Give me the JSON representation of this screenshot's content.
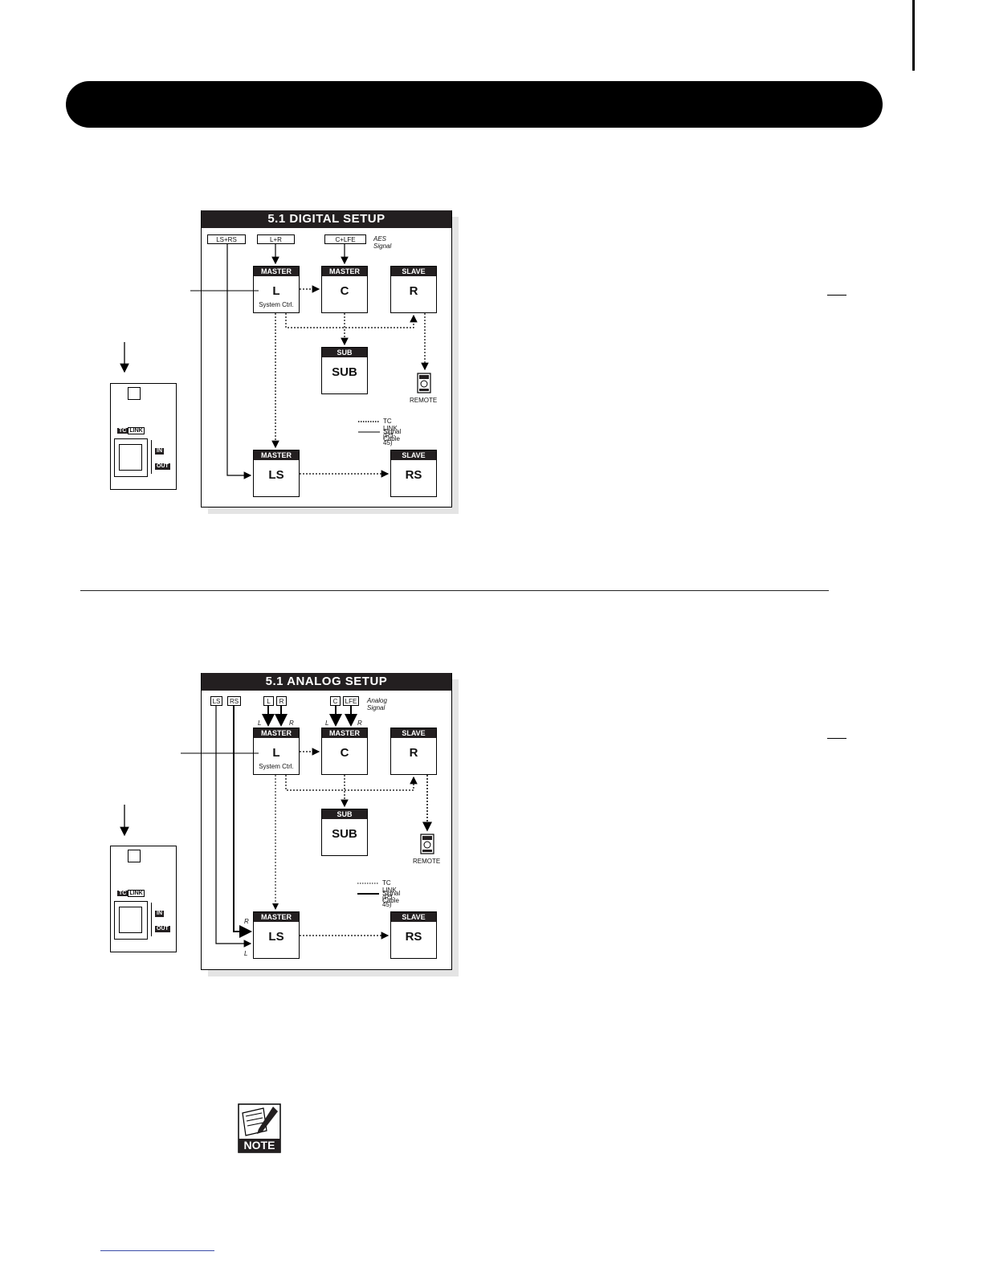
{
  "setups": [
    {
      "id": "digital",
      "title": "5.1 DIGITAL SETUP",
      "signal_note": "AES Signal",
      "inputs": [
        "LS+RS",
        "L+R",
        "C+LFE"
      ],
      "units": {
        "L": {
          "role": "MASTER",
          "label": "L",
          "sub": "System Ctrl."
        },
        "C": {
          "role": "MASTER",
          "label": "C"
        },
        "R": {
          "role": "SLAVE",
          "label": "R"
        },
        "SUB": {
          "role": "SUB",
          "label": "SUB"
        },
        "LS": {
          "role": "MASTER",
          "label": "LS"
        },
        "RS": {
          "role": "SLAVE",
          "label": "RS"
        }
      },
      "remote_label": "REMOTE",
      "legend": {
        "tc_link": "TC LINK (RJ-45)",
        "signal_cable": "Signal Cable"
      }
    },
    {
      "id": "analog",
      "title": "5.1 ANALOG SETUP",
      "signal_note": "Analog Signal",
      "inputs": [
        "LS",
        "RS",
        "L",
        "R",
        "C",
        "LFE"
      ],
      "channel_marks": [
        "L",
        "R"
      ],
      "units": {
        "L": {
          "role": "MASTER",
          "label": "L",
          "sub": "System Ctrl."
        },
        "C": {
          "role": "MASTER",
          "label": "C"
        },
        "R": {
          "role": "SLAVE",
          "label": "R"
        },
        "SUB": {
          "role": "SUB",
          "label": "SUB"
        },
        "LS": {
          "role": "MASTER",
          "label": "LS"
        },
        "RS": {
          "role": "SLAVE",
          "label": "RS"
        }
      },
      "remote_label": "REMOTE",
      "legend": {
        "tc_link": "TC LINK (RJ-45)",
        "signal_cable": "Signal Cable"
      }
    }
  ],
  "side_panel": {
    "tc": "TC",
    "link": "LINK",
    "in": "IN",
    "out": "OUT"
  },
  "note_icon": {
    "label": "NOTE"
  }
}
